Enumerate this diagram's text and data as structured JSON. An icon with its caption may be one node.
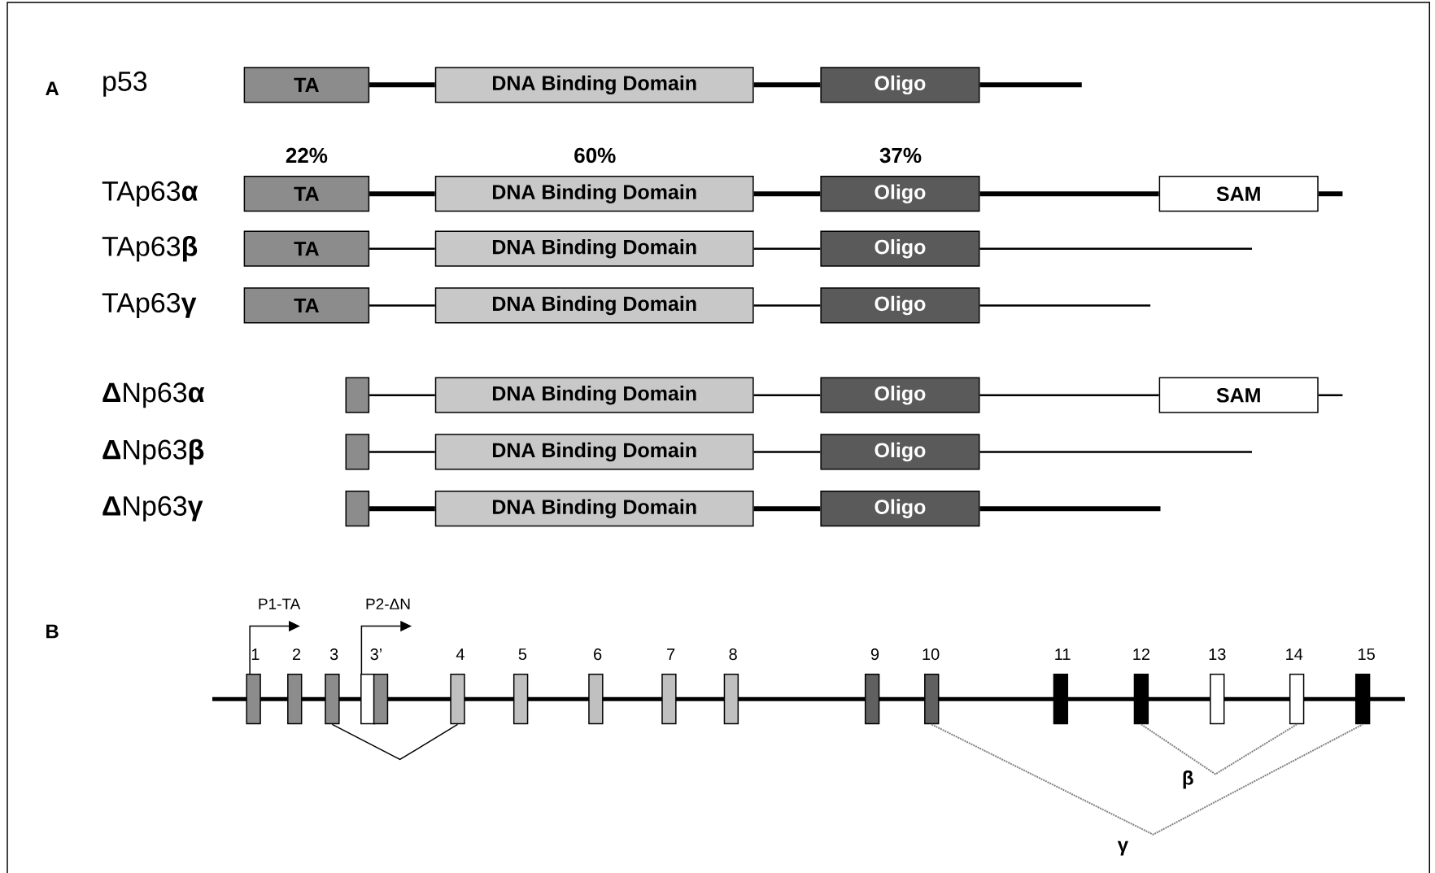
{
  "diagram": {
    "nodes": [
      {
        "text": [
          "TA"
        ]
      },
      {
        "text": [
          "DNA Binding Domain"
        ]
      },
      {
        "text": [
          "Oligo"
        ]
      },
      {
        "text": [
          "TA"
        ]
      },
      {
        "text": [
          "DNA Binding Domain"
        ]
      },
      {
        "text": [
          "Oligo"
        ]
      },
      {
        "text": [
          "SAM"
        ]
      },
      {
        "text": [
          "TA"
        ]
      },
      {
        "text": [
          "DNA Binding Domain"
        ]
      },
      {
        "text": [
          "Oligo"
        ]
      },
      {
        "text": [
          "TA"
        ]
      },
      {
        "text": [
          "DNA Binding Domain"
        ]
      },
      {
        "text": [
          "Oligo"
        ]
      },
      {
        "text": [],
        "shape": "box"
      },
      {
        "text": [
          "DNA Binding Domain"
        ]
      },
      {
        "text": [
          "Oligo"
        ]
      },
      {
        "text": [
          "SAM"
        ]
      },
      {
        "text": [],
        "shape": "box"
      },
      {
        "text": [
          "DNA Binding Domain"
        ]
      },
      {
        "text": [
          "Oligo"
        ]
      },
      {
        "text": [],
        "shape": "box"
      },
      {
        "text": [
          "DNA Binding Domain"
        ]
      },
      {
        "text": [
          "Oligo"
        ]
      },
      {
        "text": [],
        "shape": "bar",
        "beside": [
          "1"
        ]
      },
      {
        "text": [],
        "shape": "bar",
        "beside": [
          "2"
        ]
      },
      {
        "text": [],
        "shape": "bar",
        "beside": [
          "3"
        ]
      },
      {
        "text": [],
        "shape": "bar",
        "beside": [
          "3’"
        ]
      },
      {
        "text": [],
        "shape": "bar"
      },
      {
        "text": [],
        "shape": "bar",
        "beside": [
          "4"
        ]
      },
      {
        "text": [],
        "shape": "bar",
        "beside": [
          "5"
        ]
      },
      {
        "text": [],
        "shape": "bar",
        "beside": [
          "6"
        ]
      },
      {
        "text": [],
        "shape": "bar",
        "beside": [
          "7"
        ]
      },
      {
        "text": [],
        "shape": "bar",
        "beside": [
          "8"
        ]
      },
      {
        "text": [],
        "shape": "bar",
        "beside": [
          "9"
        ]
      },
      {
        "text": [],
        "shape": "bar",
        "beside": [
          "10"
        ]
      },
      {
        "text": [],
        "shape": "bar",
        "beside": [
          "11"
        ]
      },
      {
        "text": [],
        "shape": "bar",
        "beside": [
          "12"
        ]
      },
      {
        "text": [],
        "shape": "bar",
        "beside": [
          "13"
        ]
      },
      {
        "text": [],
        "shape": "bar",
        "beside": [
          "14"
        ]
      },
      {
        "text": [],
        "shape": "bar",
        "beside": [
          "15"
        ]
      }
    ],
    "edges": [
      {
        "from": 0,
        "to": 1,
        "arrow": "none",
        "style": "thick"
      },
      {
        "from": 1,
        "to": 2,
        "arrow": "none",
        "style": "thick"
      },
      {
        "from": 2,
        "to": null,
        "arrow": "none",
        "style": "thick"
      },
      {
        "from": 3,
        "to": 4,
        "arrow": "none",
        "style": "thick"
      },
      {
        "from": 4,
        "to": 5,
        "arrow": "none",
        "style": "thick"
      },
      {
        "from": 5,
        "to": 6,
        "arrow": "none",
        "style": "thick"
      },
      {
        "from": 6,
        "to": null,
        "arrow": "none",
        "style": "thick"
      },
      {
        "from": 7,
        "to": 8,
        "arrow": "none"
      },
      {
        "from": 8,
        "to": 9,
        "arrow": "none"
      },
      {
        "from": 9,
        "to": null,
        "arrow": "none"
      },
      {
        "from": 10,
        "to": 11,
        "arrow": "none"
      },
      {
        "from": 11,
        "to": 12,
        "arrow": "none"
      },
      {
        "from": 12,
        "to": null,
        "arrow": "none"
      },
      {
        "from": 13,
        "to": 14,
        "arrow": "none"
      },
      {
        "from": 14,
        "to": 15,
        "arrow": "none"
      },
      {
        "from": 15,
        "to": 16,
        "arrow": "none"
      },
      {
        "from": 16,
        "to": null,
        "arrow": "none"
      },
      {
        "from": 17,
        "to": 18,
        "arrow": "none"
      },
      {
        "from": 18,
        "to": 19,
        "arrow": "none"
      },
      {
        "from": 19,
        "to": null,
        "arrow": "none"
      },
      {
        "from": 20,
        "to": 21,
        "arrow": "none",
        "style": "thick"
      },
      {
        "from": 21,
        "to": 22,
        "arrow": "none",
        "style": "thick"
      },
      {
        "from": 22,
        "to": null,
        "arrow": "none",
        "style": "thick"
      },
      {
        "from": 23,
        "to": null,
        "arrow": "to",
        "label": "P1-TA"
      },
      {
        "from": 26,
        "to": null,
        "arrow": "to",
        "label": "P2-ΔN"
      },
      {
        "from": 25,
        "to": 28,
        "arrow": "none"
      },
      {
        "from": 36,
        "to": 38,
        "arrow": "none",
        "style": "dashed",
        "color": "#808080",
        "label": "β"
      },
      {
        "from": 34,
        "to": 39,
        "arrow": "none",
        "style": "dashed",
        "color": "#808080",
        "label": "γ"
      }
    ],
    "labels": [
      "A",
      "p53",
      "22%",
      "60%",
      "37%",
      "TAp63**α**",
      "TAp63**β**",
      "TAp63**γ**",
      "**Δ**Np63**α**",
      "**Δ**Np63**β**",
      "**Δ**Np63**γ**",
      "B"
    ]
  }
}
